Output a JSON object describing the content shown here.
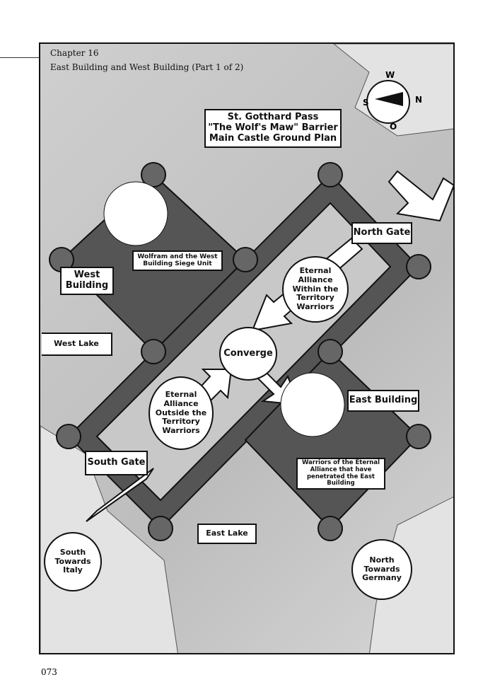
{
  "header": {
    "chapter": "Chapter 16",
    "title": "East Building and West Building (Part 1 of 2)"
  },
  "compass": {
    "w": "W",
    "n": "N",
    "s": "S",
    "o": "O"
  },
  "plan_title": [
    "St. Gotthard Pass",
    "\"The Wolf's Maw\" Barrier",
    "Main Castle Ground Plan"
  ],
  "labels": {
    "north_gate": "North Gate",
    "south_gate": "South Gate",
    "west_building": "West Building",
    "east_building": "East Building",
    "west_lake": "West Lake",
    "east_lake": "East Lake",
    "wolfram": "Wolfram and the West Building Siege Unit",
    "warriors_east": "Warriors of the Eternal Alliance that have penetrated the East Building"
  },
  "bubbles": {
    "inside": "Eternal Alliance Within the Territory Warriors",
    "converge": "Converge",
    "outside": "Eternal Alliance Outside the Territory Warriors",
    "south": "South Towards Italy",
    "north": "North Towards Germany"
  },
  "page_number": "073"
}
